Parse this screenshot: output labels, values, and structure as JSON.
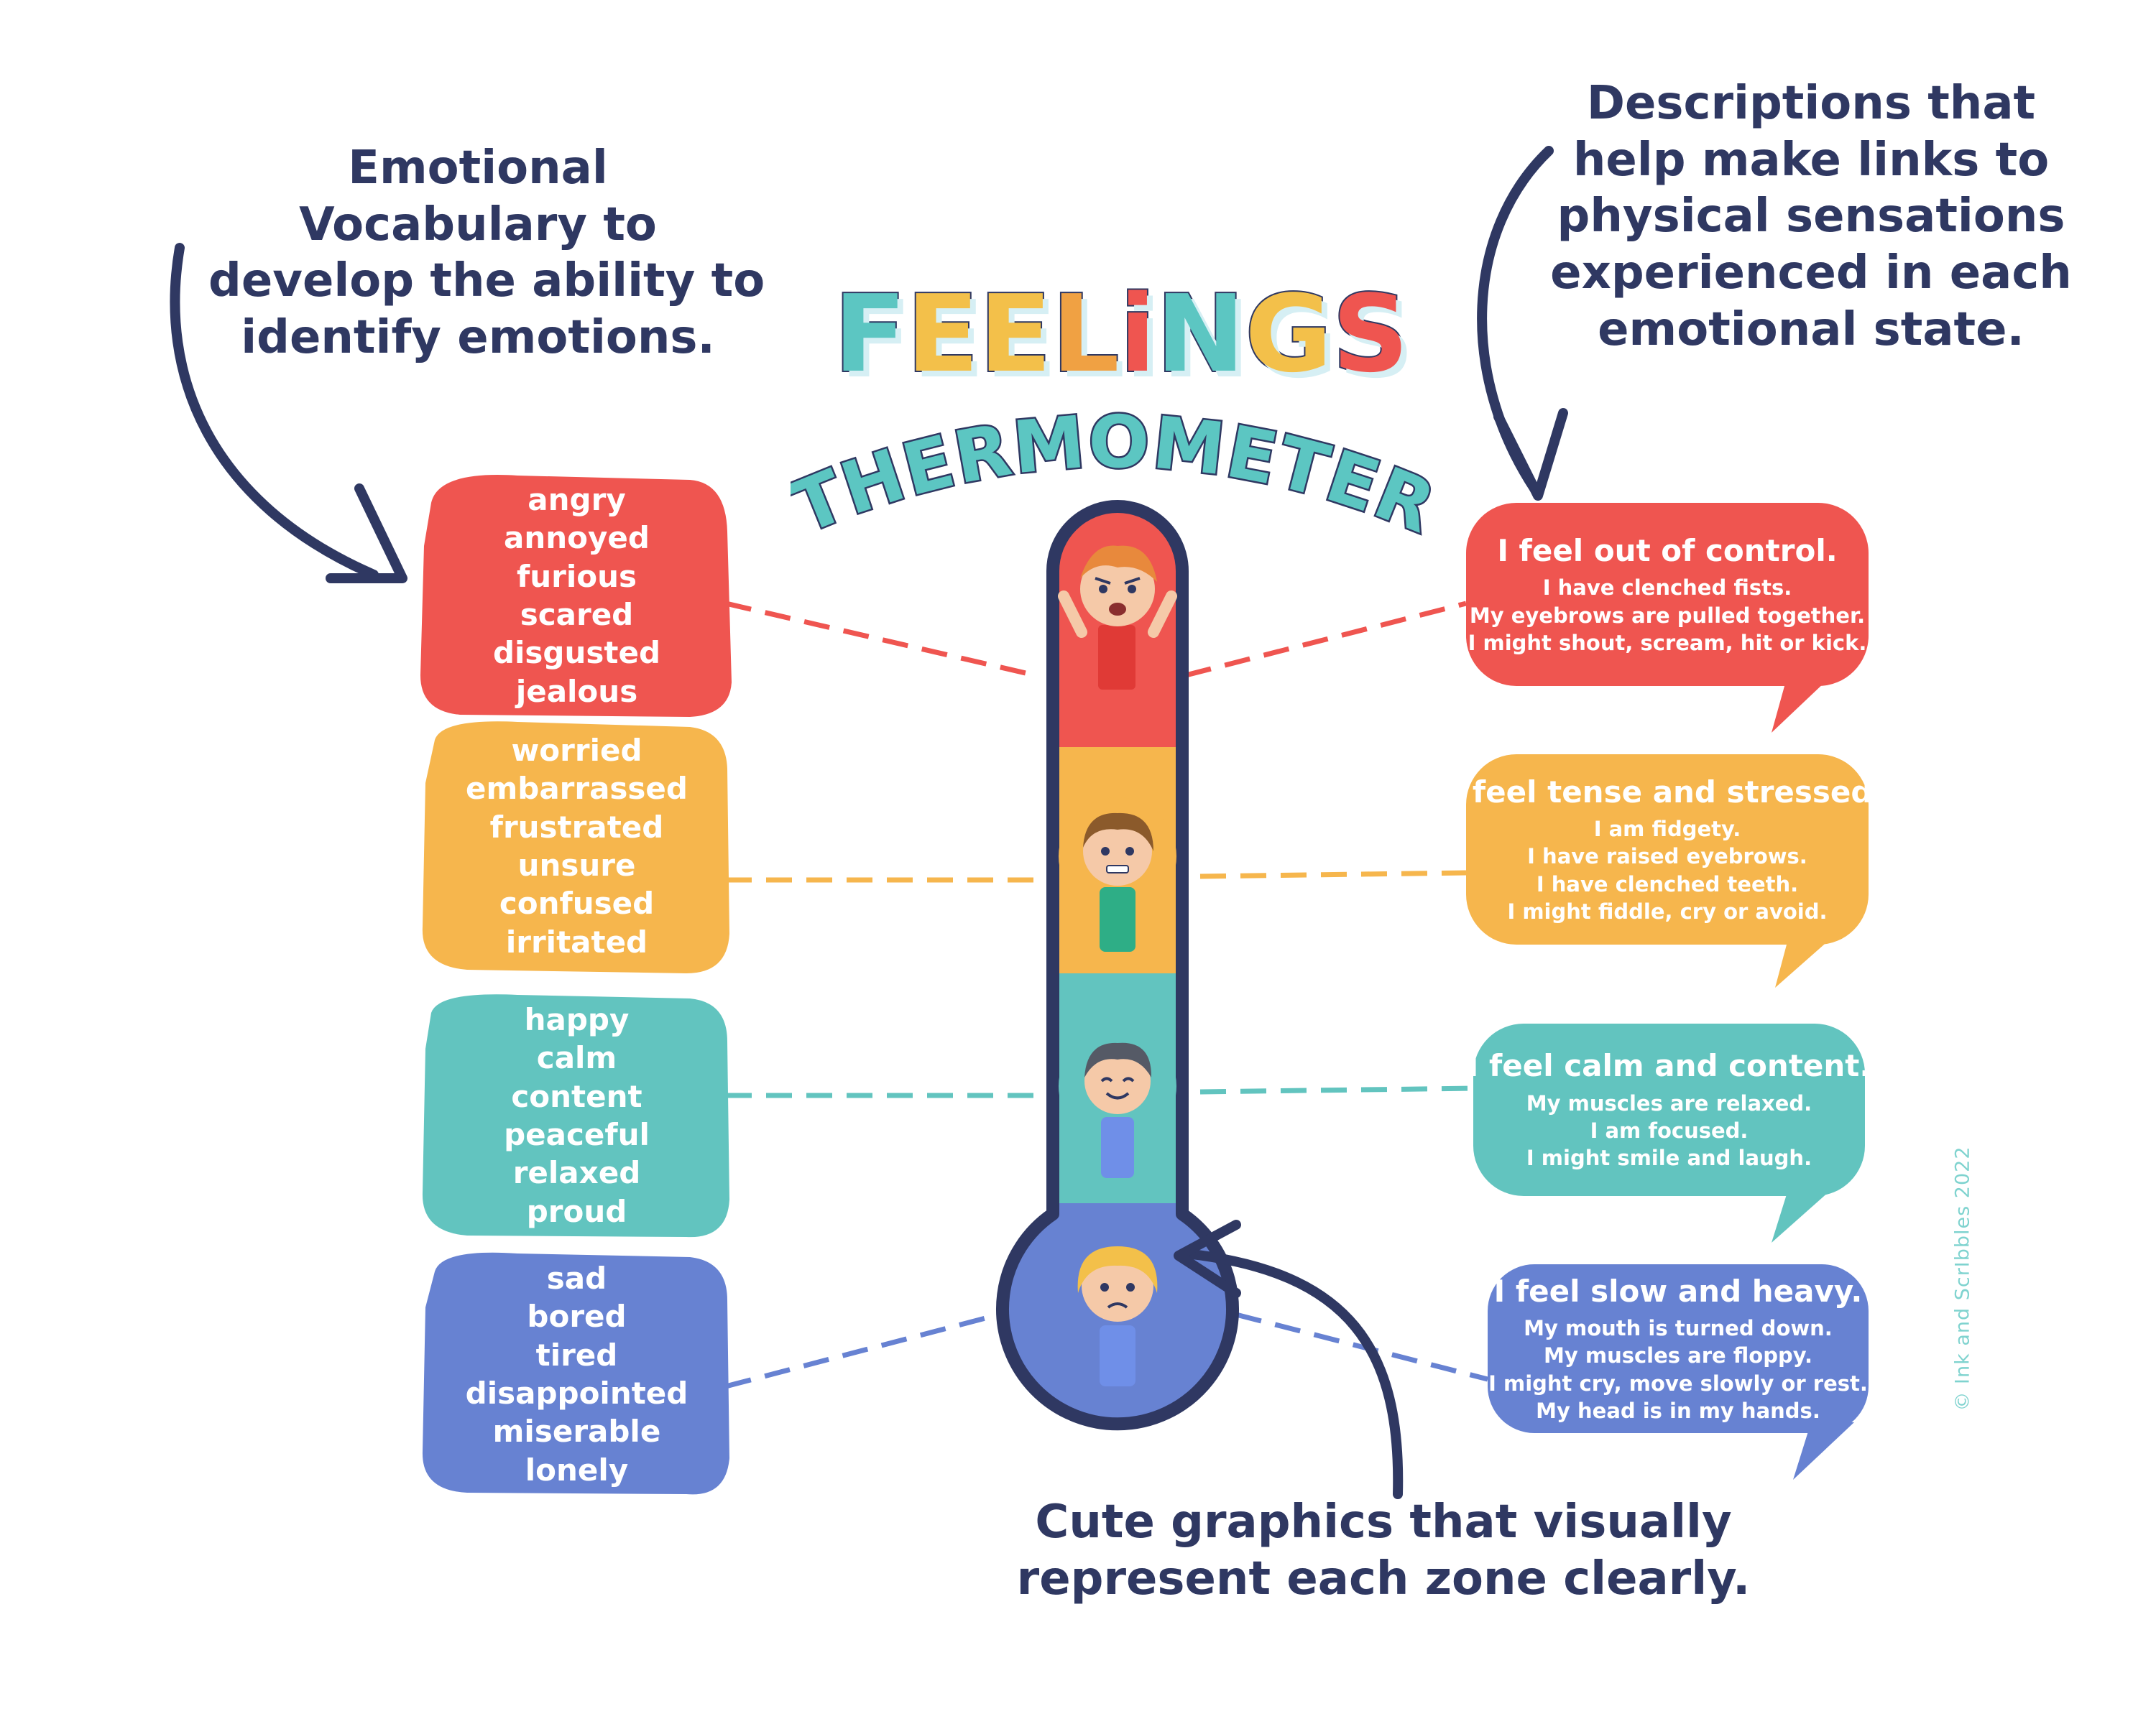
{
  "title": {
    "word": "FEELINGS",
    "letters": [
      {
        "ch": "F",
        "color": "#5cc6c2"
      },
      {
        "ch": "E",
        "color": "#f3c04a"
      },
      {
        "ch": "E",
        "color": "#f3c04a"
      },
      {
        "ch": "L",
        "color": "#f0a143"
      },
      {
        "ch": "i",
        "color": "#ef5550"
      },
      {
        "ch": "N",
        "color": "#5cc6c2"
      },
      {
        "ch": "G",
        "color": "#f3c04a"
      },
      {
        "ch": "S",
        "color": "#ef5550"
      }
    ],
    "subtitle": "THERMOMETER"
  },
  "annotations": {
    "vocabulary": [
      "Emotional",
      "Vocabulary to",
      "develop the ability to",
      "identify emotions."
    ],
    "descriptions": [
      "Descriptions that",
      "help make links to",
      "physical sensations",
      "experienced  in each",
      "emotional state."
    ],
    "graphics": [
      "Cute graphics that visually",
      "represent each zone clearly."
    ]
  },
  "zones": [
    {
      "color": "#ef5550",
      "words": [
        "angry",
        "annoyed",
        "furious",
        "scared",
        "disgusted",
        "jealous"
      ],
      "heading": "I feel out of control.",
      "lines": [
        "I have clenched fists.",
        "My eyebrows are pulled together.",
        "I might shout, scream, hit or kick."
      ]
    },
    {
      "color": "#f6b64d",
      "words": [
        "worried",
        "embarrassed",
        "frustrated",
        "unsure",
        "confused",
        "irritated"
      ],
      "heading": "I feel tense and stressed.",
      "lines": [
        "I am fidgety.",
        "I have raised eyebrows.",
        "I have clenched teeth.",
        "I might fiddle, cry or avoid."
      ]
    },
    {
      "color": "#62c4bf",
      "words": [
        "happy",
        "calm",
        "content",
        "peaceful",
        "relaxed",
        "proud"
      ],
      "heading": "I feel calm and content.",
      "lines": [
        "My muscles are relaxed.",
        "I am focused.",
        "I might smile and laugh."
      ]
    },
    {
      "color": "#6782d2",
      "words": [
        "sad",
        "bored",
        "tired",
        "disappointed",
        "miserable",
        "lonely"
      ],
      "heading": "I feel slow and heavy.",
      "lines": [
        "My mouth is turned down.",
        "My muscles are floppy.",
        "I might cry, move slowly or rest.",
        "My head is in my hands."
      ]
    }
  ],
  "outline_color": "#2f3862",
  "copyright": "© Ink and ScrIbbles 2022"
}
